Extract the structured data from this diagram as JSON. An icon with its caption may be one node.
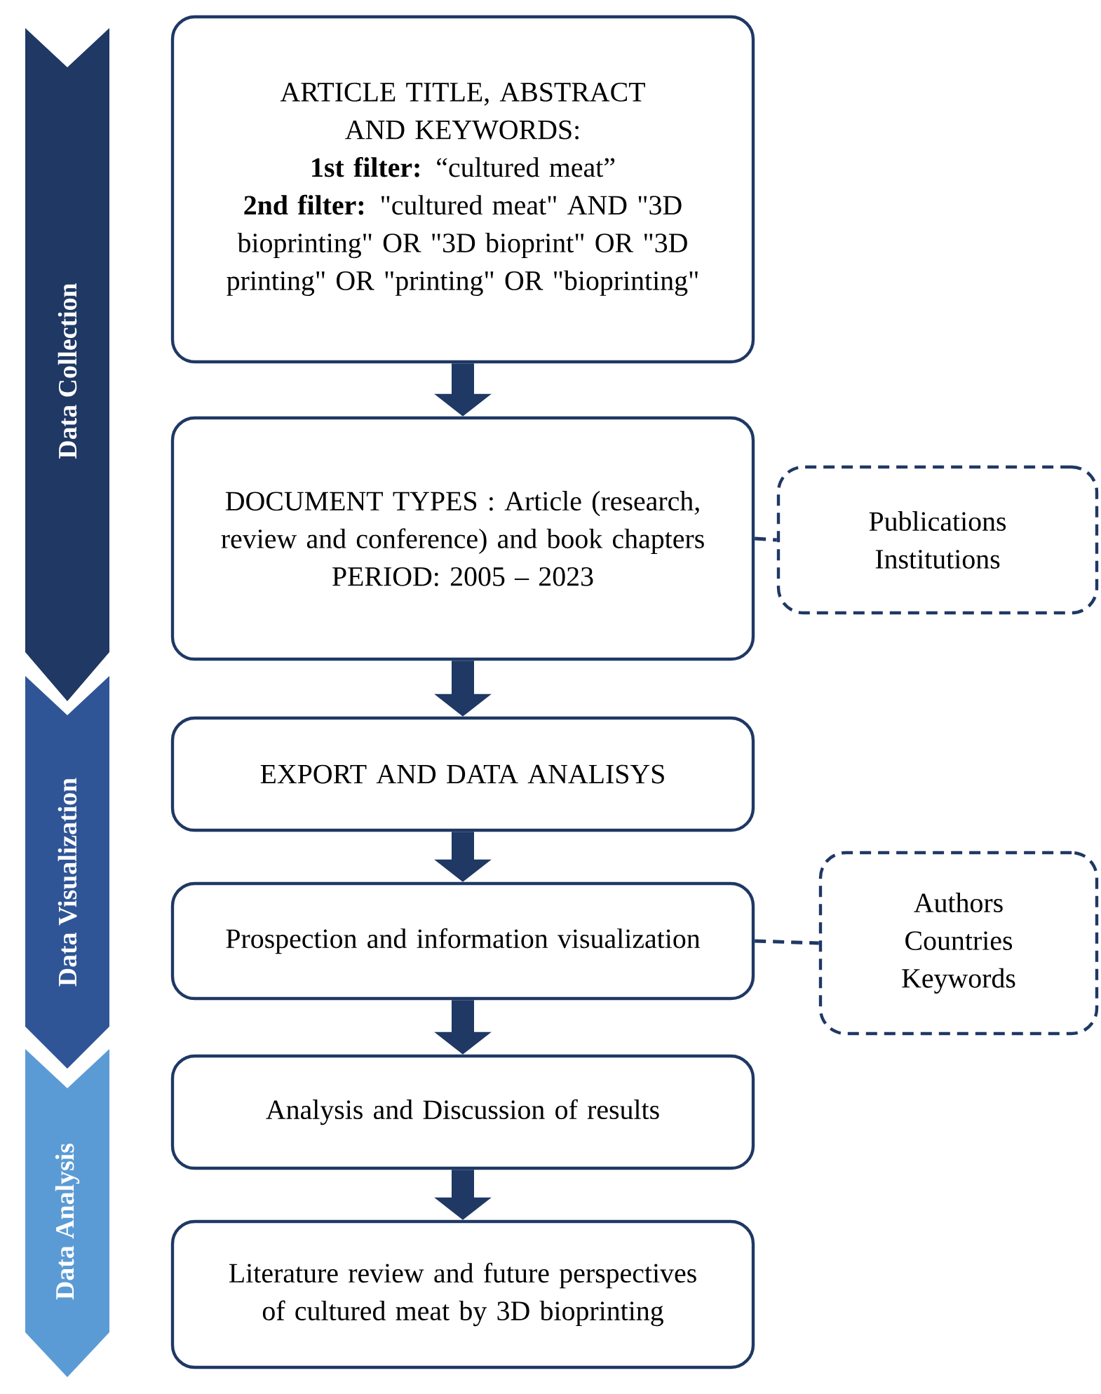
{
  "diagram": {
    "nodes": [
      {
        "text": [
          "Data  Collection"
        ]
      },
      {
        "text": [
          "Data Visualization"
        ]
      },
      {
        "text": [
          "Data Analysis"
        ]
      },
      {
        "text": [
          "ARTICLE TITLE, ABSTRACT AND KEYWORDS:",
          "**1st filter:** “cultured meat”",
          "**2nd filter:** \"cultured meat\" AND \"3D bioprinting\" OR \"3D bioprint\" OR \"3D printing\" OR \"printing\" OR \"bioprinting\""
        ]
      },
      {
        "text": [
          "DOCUMENT TYPES : Article (research, review and conference) and book chapters",
          "PERIOD: 2005 – 2023"
        ]
      },
      {
        "text": [
          "EXPORT AND DATA ANALISYS"
        ]
      },
      {
        "text": [
          "Prospection and information visualization"
        ]
      },
      {
        "text": [
          "Analysis and Discussion of results"
        ]
      },
      {
        "text": [
          "Literature review and future perspectives of cultured meat by 3D bioprinting"
        ]
      },
      {
        "text": [
          "Publications Institutions"
        ]
      },
      {
        "text": [
          "Authors Countries Keywords"
        ]
      }
    ],
    "edges": [
      {
        "from": 3,
        "to": 4,
        "arrow": "to"
      },
      {
        "from": 4,
        "to": 5,
        "arrow": "to"
      },
      {
        "from": 5,
        "to": 6,
        "arrow": "to"
      },
      {
        "from": 6,
        "to": 7,
        "arrow": "to"
      },
      {
        "from": 7,
        "to": 8,
        "arrow": "to"
      },
      {
        "from": 4,
        "to": 9,
        "arrow": "none",
        "style": "dashed"
      },
      {
        "from": 6,
        "to": 10,
        "arrow": "none",
        "style": "dashed"
      }
    ]
  }
}
